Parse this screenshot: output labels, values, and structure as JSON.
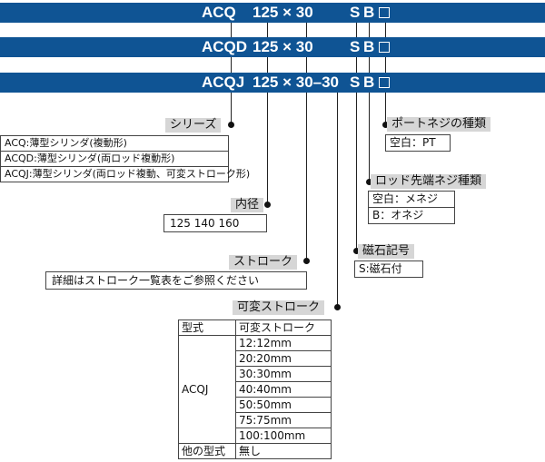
{
  "codes": {
    "row1": {
      "prefix": "ACQ",
      "size": "125 × 30",
      "s": "S",
      "b": "B",
      "box": "□"
    },
    "row2": {
      "prefix": "ACQD",
      "size": "125 × 30",
      "s": "S",
      "b": "B",
      "box": "□"
    },
    "row3": {
      "prefix": "ACQJ",
      "size": "125 × 30–30",
      "s": "S",
      "b": "B",
      "box": "□"
    }
  },
  "series": {
    "label": "シリーズ",
    "items": [
      "ACQ:薄型シリンダ(複動形)",
      "ACQD:薄型シリンダ(両ロッド複動形)",
      "ACQJ:薄型シリンダ(両ロッド複動、可変ストローク形)"
    ]
  },
  "bore": {
    "label": "内径",
    "value": "125  140  160"
  },
  "stroke": {
    "label": "ストローク",
    "value": "詳細はストローク一覧表をご参照ください"
  },
  "variable_stroke": {
    "label": "可変ストローク",
    "header": {
      "type": "型式",
      "value": "可変ストローク"
    },
    "model": "ACQJ",
    "values": [
      "12:12mm",
      "20:20mm",
      "30:30mm",
      "40:40mm",
      "50:50mm",
      "75:75mm",
      "100:100mm"
    ],
    "other": {
      "type": "他の型式",
      "value": "無し"
    }
  },
  "port_thread": {
    "label": "ポートネジの種類",
    "items": [
      "空白：PT"
    ]
  },
  "rod_thread": {
    "label": "ロッド先端ネジ種類",
    "items": [
      "空白：メネジ",
      "B：オネジ"
    ]
  },
  "magnet": {
    "label": "磁石記号",
    "items": [
      "S:磁石付"
    ]
  },
  "colors": {
    "bar": "#0f5494",
    "label_bg": "#d6d6d6"
  }
}
